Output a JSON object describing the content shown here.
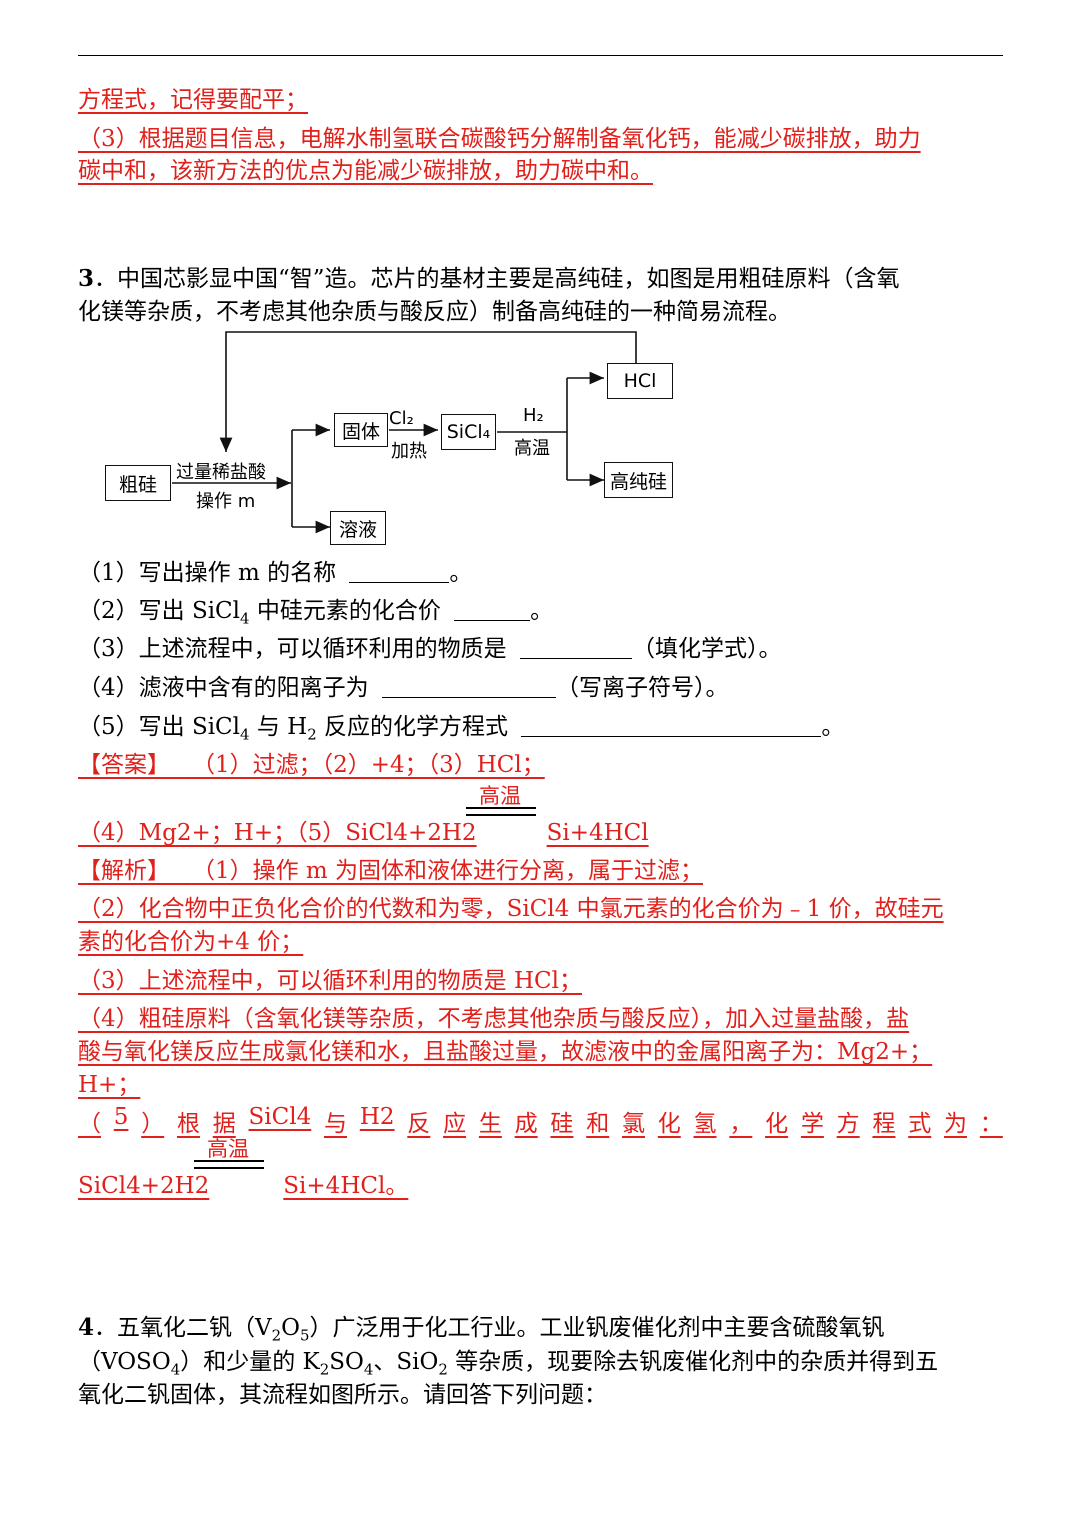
{
  "top_continuation": {
    "line1": "方程式，记得要配平；",
    "q3_line1": "（3）根据题目信息，电解水制氢联合碳酸钙分解制备氧化钙，能减少碳排放，助力",
    "q3_line2": "碳中和，该新方法的优点为能减少碳排放，助力碳中和。"
  },
  "question3": {
    "number": "3",
    "stem_line1": "．中国芯影显中国“智”造。芯片的基材主要是高纯硅，如图是用粗硅原料（含氧",
    "stem_line2": "化镁等杂质，不考虑其他杂质与酸反应）制备高纯硅的一种简易流程。",
    "diagram": {
      "crude_si": "粗硅",
      "step1_top": "过量稀盐酸",
      "step1_bottom": "操作 m",
      "solid": "固体",
      "solution": "溶液",
      "cl2": "Cl₂",
      "heat": "加热",
      "sicl4": "SiCl₄",
      "h2": "H₂",
      "high_temp": "高温",
      "hcl": "HCl",
      "pure_si": "高纯硅"
    },
    "subs": [
      {
        "text": "（1）写出操作 m 的名称",
        "end": "。"
      },
      {
        "text_a": "（2）写出 SiCl",
        "sub": "4",
        "text_b": " 中硅元素的化合价",
        "end": "。"
      },
      {
        "text": "（3）上述流程中，可以循环利用的物质是",
        "end": "（填化学式）。"
      },
      {
        "text": "（4）滤液中含有的阳离子为",
        "end": "（写离子符号）。"
      },
      {
        "text_a": "（5）写出 SiCl",
        "sub": "4",
        "text_b": " 与 H",
        "sub2": "2",
        "text_c": " 反应的化学方程式",
        "end": "。"
      }
    ],
    "answer": {
      "tag": "【答案】",
      "line1": "（1）过滤；（2）+4；（3）HCl；",
      "condition": "高温",
      "line2_left": "（4）Mg2+；H+；（5）SiCl4+2H2",
      "line2_right": "Si+4HCl"
    },
    "analysis": {
      "tag": "【解析】",
      "p1": "（1）操作 m 为固体和液体进行分离，属于过滤；",
      "p2_line1": "（2）化合物中正负化合价的代数和为零，SiCl4 中氯元素的化合价为﹣1 价，故硅元",
      "p2_line2": "素的化合价为+4 价；",
      "p3": "（3）上述流程中，可以循环利用的物质是 HCl；",
      "p4_line1": "（4）粗硅原料（含氧化镁等杂质，不考虑其他杂质与酸反应），加入过量盐酸，盐",
      "p4_line2": "酸与氧化镁反应生成氯化镁和水，且盐酸过量，故滤液中的金属阳离子为：Mg2+；",
      "p4_line3": "H+；",
      "p5_chars": [
        "（",
        "5",
        "）",
        "根",
        "据",
        "SiCl4",
        "与",
        "H2",
        "反",
        "应",
        "生",
        "成",
        "硅",
        "和",
        "氯",
        "化",
        "氢",
        "，",
        "化",
        "学",
        "方",
        "程",
        "式",
        "为",
        "："
      ],
      "p5_condition": "高温",
      "p5_left": "SiCl4+2H2",
      "p5_right": "Si+4HCl。"
    }
  },
  "question4": {
    "number": "4",
    "line1_a": "．五氧化二钒（V",
    "line1_s1": "2",
    "line1_b": "O",
    "line1_s2": "5",
    "line1_c": "）广泛用于化工行业。工业钒废催化剂中主要含硫酸氧钒",
    "line2_a": "（VOSO",
    "line2_s1": "4",
    "line2_b": "）和少量的 K",
    "line2_s2": "2",
    "line2_c": "SO",
    "line2_s3": "4",
    "line2_d": "、SiO",
    "line2_s4": "2",
    "line2_e": " 等杂质，现要除去钒废催化剂中的杂质并得到五",
    "line3": "氧化二钒固体，其流程如图所示。请回答下列问题："
  }
}
